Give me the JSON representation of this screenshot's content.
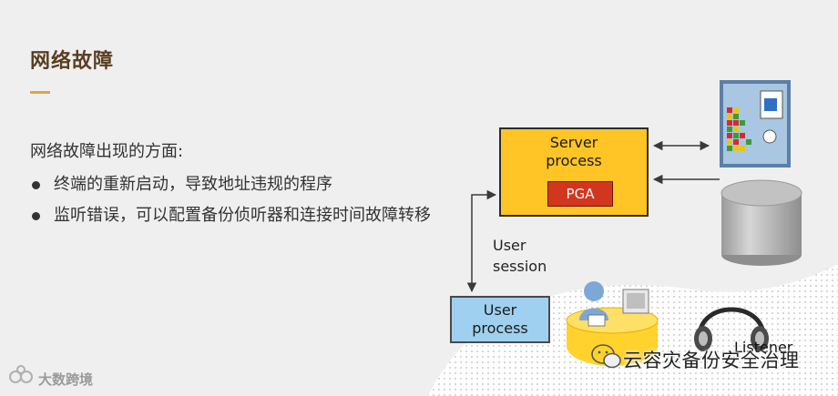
{
  "slide": {
    "title": "网络故障",
    "intro": "网络故障出现的方面:",
    "bullets": [
      "终端的重新启动，导致地址违规的程序",
      "监听错误，可以配置备份侦听器和连接时间故障转移"
    ]
  },
  "diagram": {
    "server_process": "Server\nprocess",
    "pga": "PGA",
    "user_session": "User\nsession",
    "user_process": "User\nprocess",
    "listener": "Listener"
  },
  "watermarks": {
    "main": "云容灾备份安全治理",
    "left": "大数跨境"
  },
  "colors": {
    "title": "#5a3e22",
    "accent_line": "#e3a34a",
    "server_box": "#ffc426",
    "pga_box": "#d2361e",
    "user_box": "#9fd0ef"
  }
}
